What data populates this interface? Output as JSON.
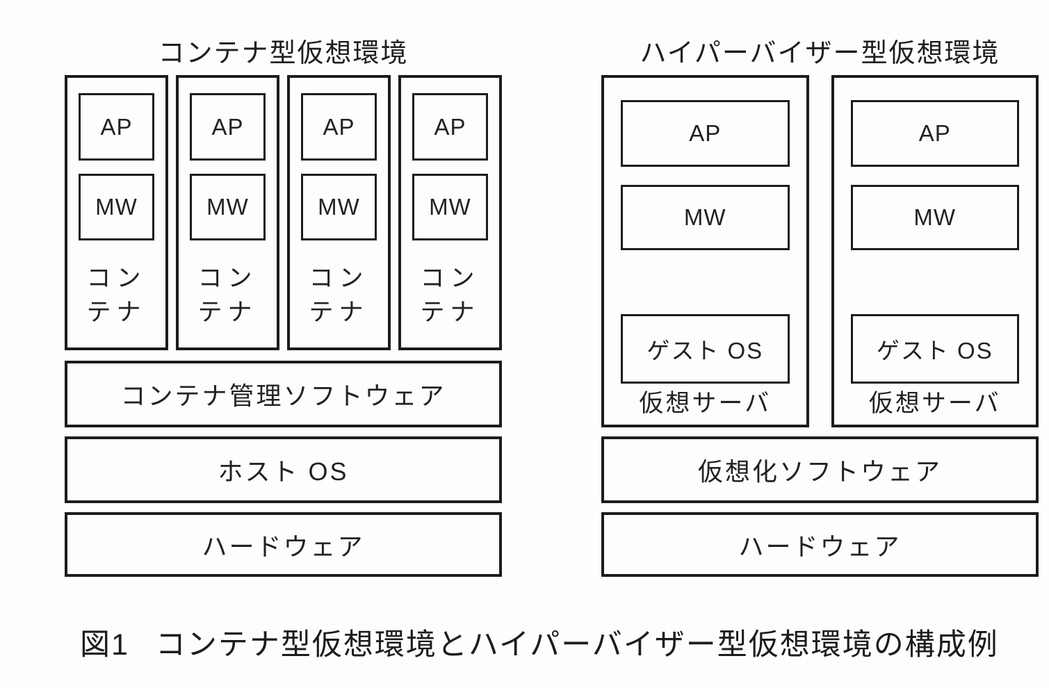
{
  "figure": {
    "caption_prefix": "図1",
    "caption_text": "コンテナ型仮想環境とハイパーバイザー型仮想環境の構成例"
  },
  "container_env": {
    "title": "コンテナ型仮想環境",
    "containers": [
      {
        "ap": "AP",
        "mw": "MW",
        "label_line1": "コン",
        "label_line2": "テナ"
      },
      {
        "ap": "AP",
        "mw": "MW",
        "label_line1": "コン",
        "label_line2": "テナ"
      },
      {
        "ap": "AP",
        "mw": "MW",
        "label_line1": "コン",
        "label_line2": "テナ"
      },
      {
        "ap": "AP",
        "mw": "MW",
        "label_line1": "コン",
        "label_line2": "テナ"
      }
    ],
    "layers": [
      "コンテナ管理ソフトウェア",
      "ホスト OS",
      "ハードウェア"
    ]
  },
  "hypervisor_env": {
    "title": "ハイパーバイザー型仮想環境",
    "servers": [
      {
        "ap": "AP",
        "mw": "MW",
        "guest_os": "ゲスト OS",
        "label": "仮想サーバ"
      },
      {
        "ap": "AP",
        "mw": "MW",
        "guest_os": "ゲスト OS",
        "label": "仮想サーバ"
      }
    ],
    "layers": [
      "仮想化ソフトウェア",
      "ハードウェア"
    ]
  }
}
